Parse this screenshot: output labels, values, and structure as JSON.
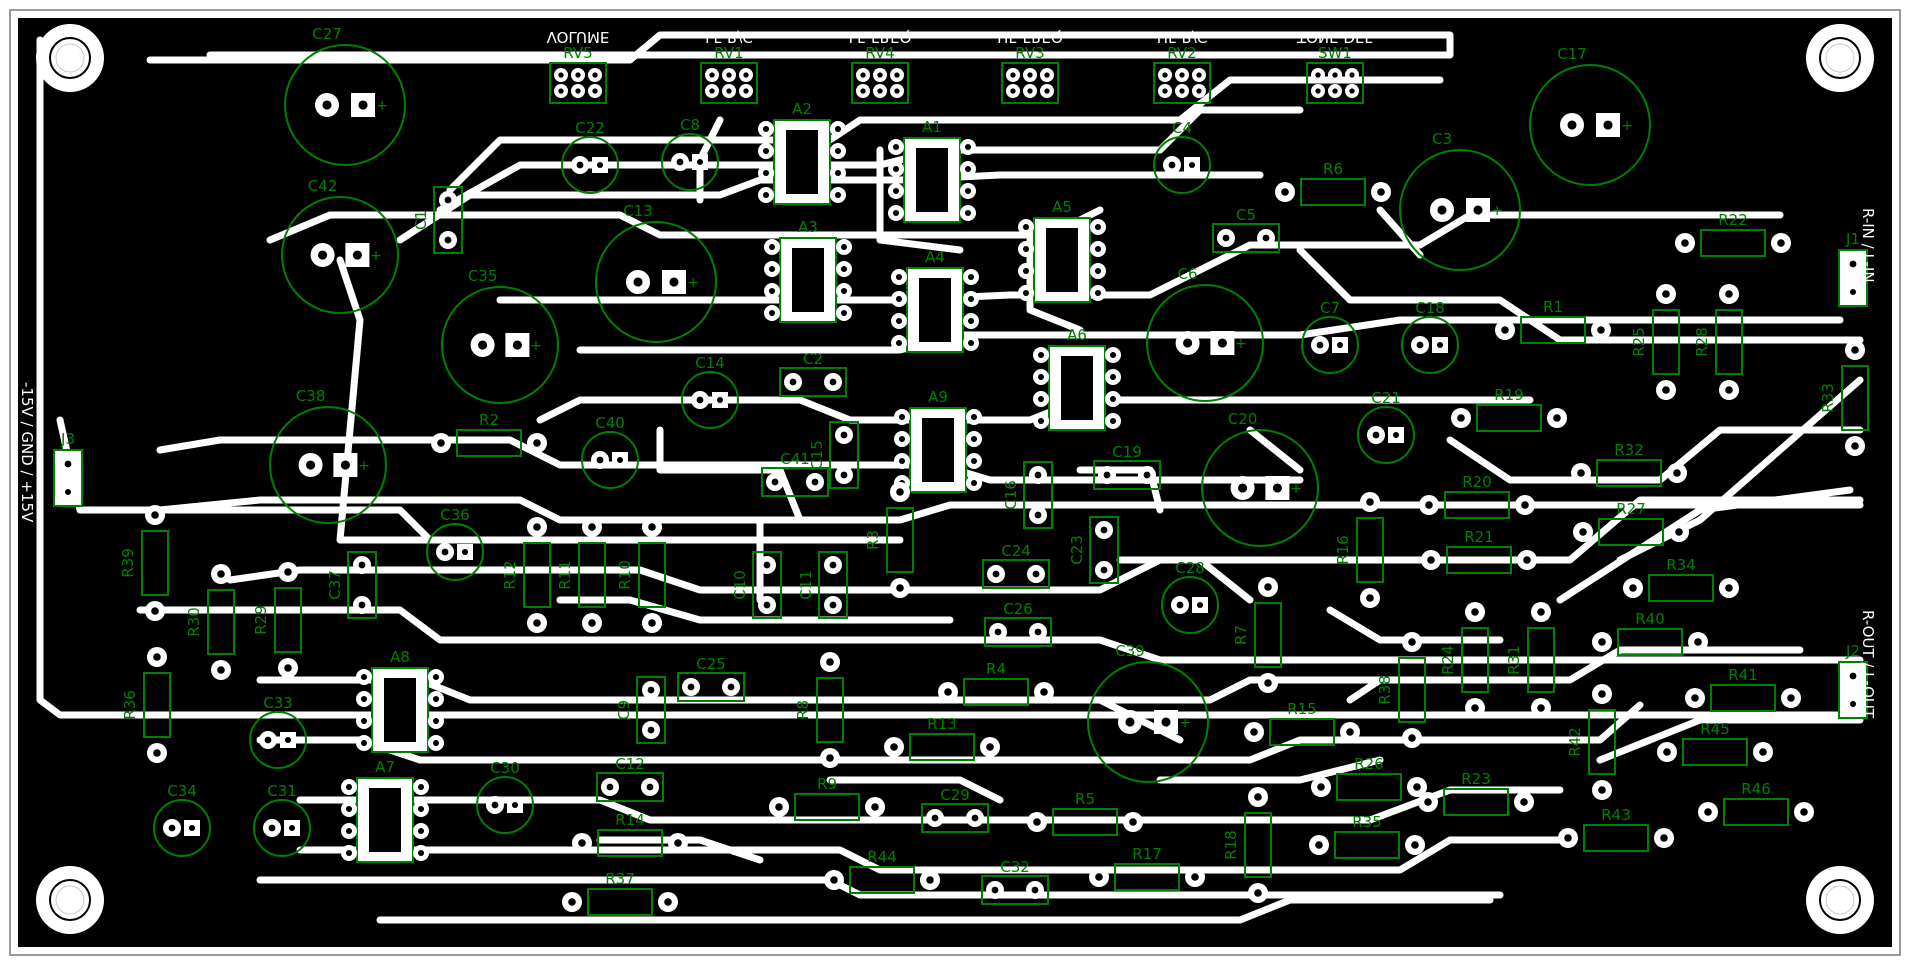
{
  "colors": {
    "board": "#000000",
    "copper": "#ffffff",
    "silkscreen": "#008000",
    "outline": "#9a9a9a"
  },
  "board_labels": {
    "mirrored_top": [
      "VOLUME",
      "LF-B/C",
      "LF-FREQ",
      "HF-FREQ",
      "HF-B/C",
      "TONE DEF"
    ],
    "j1_side": "R-IN / L-IN",
    "j2_side": "R-OUT / L-OUT",
    "j3_side": "-15V / GND / +15V"
  },
  "components": [
    {
      "ref": "C27",
      "kind": "cap_big"
    },
    {
      "ref": "C17",
      "kind": "cap_big"
    },
    {
      "ref": "C42",
      "kind": "cap_big"
    },
    {
      "ref": "C3",
      "kind": "cap_big"
    },
    {
      "ref": "C13",
      "kind": "cap_big"
    },
    {
      "ref": "C35",
      "kind": "cap_big"
    },
    {
      "ref": "C6",
      "kind": "cap_big"
    },
    {
      "ref": "C38",
      "kind": "cap_big"
    },
    {
      "ref": "C20",
      "kind": "cap_big"
    },
    {
      "ref": "C39",
      "kind": "cap_big"
    },
    {
      "ref": "C22",
      "kind": "cap_small"
    },
    {
      "ref": "C8",
      "kind": "cap_small"
    },
    {
      "ref": "C4",
      "kind": "cap_small"
    },
    {
      "ref": "C7",
      "kind": "cap_small"
    },
    {
      "ref": "C18",
      "kind": "cap_small"
    },
    {
      "ref": "C14",
      "kind": "cap_small"
    },
    {
      "ref": "C21",
      "kind": "cap_small"
    },
    {
      "ref": "C40",
      "kind": "cap_small"
    },
    {
      "ref": "C36",
      "kind": "cap_small"
    },
    {
      "ref": "C28",
      "kind": "cap_small"
    },
    {
      "ref": "C33",
      "kind": "cap_small"
    },
    {
      "ref": "C34",
      "kind": "cap_small"
    },
    {
      "ref": "C31",
      "kind": "cap_small"
    },
    {
      "ref": "C30",
      "kind": "cap_small"
    },
    {
      "ref": "RV5",
      "kind": "pot"
    },
    {
      "ref": "RV1",
      "kind": "pot"
    },
    {
      "ref": "RV4",
      "kind": "pot"
    },
    {
      "ref": "RV3",
      "kind": "pot"
    },
    {
      "ref": "RV2",
      "kind": "pot"
    },
    {
      "ref": "SW1",
      "kind": "pot"
    },
    {
      "ref": "A2",
      "kind": "ic"
    },
    {
      "ref": "A1",
      "kind": "ic"
    },
    {
      "ref": "A3",
      "kind": "ic"
    },
    {
      "ref": "A4",
      "kind": "ic"
    },
    {
      "ref": "A5",
      "kind": "ic"
    },
    {
      "ref": "A6",
      "kind": "ic"
    },
    {
      "ref": "A9",
      "kind": "ic"
    },
    {
      "ref": "A8",
      "kind": "ic"
    },
    {
      "ref": "A7",
      "kind": "ic"
    },
    {
      "ref": "J1",
      "kind": "conn"
    },
    {
      "ref": "J2",
      "kind": "conn"
    },
    {
      "ref": "J3",
      "kind": "conn"
    },
    {
      "ref": "R6",
      "kind": "res"
    },
    {
      "ref": "R22",
      "kind": "res"
    },
    {
      "ref": "R1",
      "kind": "res"
    },
    {
      "ref": "R25",
      "kind": "res"
    },
    {
      "ref": "R28",
      "kind": "res"
    },
    {
      "ref": "R33",
      "kind": "res"
    },
    {
      "ref": "R19",
      "kind": "res"
    },
    {
      "ref": "R32",
      "kind": "res"
    },
    {
      "ref": "R20",
      "kind": "res"
    },
    {
      "ref": "R27",
      "kind": "res"
    },
    {
      "ref": "R21",
      "kind": "res"
    },
    {
      "ref": "R16",
      "kind": "res"
    },
    {
      "ref": "R34",
      "kind": "res"
    },
    {
      "ref": "R40",
      "kind": "res"
    },
    {
      "ref": "R7",
      "kind": "res"
    },
    {
      "ref": "R24",
      "kind": "res"
    },
    {
      "ref": "R31",
      "kind": "res"
    },
    {
      "ref": "R38",
      "kind": "res"
    },
    {
      "ref": "R41",
      "kind": "res"
    },
    {
      "ref": "R45",
      "kind": "res"
    },
    {
      "ref": "R42",
      "kind": "res"
    },
    {
      "ref": "R46",
      "kind": "res"
    },
    {
      "ref": "R43",
      "kind": "res"
    },
    {
      "ref": "R15",
      "kind": "res"
    },
    {
      "ref": "R26",
      "kind": "res"
    },
    {
      "ref": "R35",
      "kind": "res"
    },
    {
      "ref": "R18",
      "kind": "res"
    },
    {
      "ref": "R23",
      "kind": "res"
    },
    {
      "ref": "R2",
      "kind": "res"
    },
    {
      "ref": "R3",
      "kind": "res"
    },
    {
      "ref": "R4",
      "kind": "res"
    },
    {
      "ref": "R5",
      "kind": "res"
    },
    {
      "ref": "R8",
      "kind": "res"
    },
    {
      "ref": "R9",
      "kind": "res"
    },
    {
      "ref": "R10",
      "kind": "res"
    },
    {
      "ref": "R11",
      "kind": "res"
    },
    {
      "ref": "R12",
      "kind": "res"
    },
    {
      "ref": "R13",
      "kind": "res"
    },
    {
      "ref": "R14",
      "kind": "res"
    },
    {
      "ref": "R17",
      "kind": "res"
    },
    {
      "ref": "R29",
      "kind": "res"
    },
    {
      "ref": "R30",
      "kind": "res"
    },
    {
      "ref": "R36",
      "kind": "res"
    },
    {
      "ref": "R37",
      "kind": "res"
    },
    {
      "ref": "R39",
      "kind": "res"
    },
    {
      "ref": "R44",
      "kind": "res"
    },
    {
      "ref": "C1",
      "kind": "film"
    },
    {
      "ref": "C2",
      "kind": "film"
    },
    {
      "ref": "C5",
      "kind": "film"
    },
    {
      "ref": "C9",
      "kind": "film"
    },
    {
      "ref": "C10",
      "kind": "film"
    },
    {
      "ref": "C11",
      "kind": "film"
    },
    {
      "ref": "C12",
      "kind": "film"
    },
    {
      "ref": "C15",
      "kind": "film"
    },
    {
      "ref": "C16",
      "kind": "film"
    },
    {
      "ref": "C19",
      "kind": "film"
    },
    {
      "ref": "C23",
      "kind": "film"
    },
    {
      "ref": "C24",
      "kind": "film"
    },
    {
      "ref": "C25",
      "kind": "film"
    },
    {
      "ref": "C26",
      "kind": "film"
    },
    {
      "ref": "C29",
      "kind": "film"
    },
    {
      "ref": "C32",
      "kind": "film"
    },
    {
      "ref": "C37",
      "kind": "film"
    },
    {
      "ref": "C41",
      "kind": "film"
    }
  ]
}
